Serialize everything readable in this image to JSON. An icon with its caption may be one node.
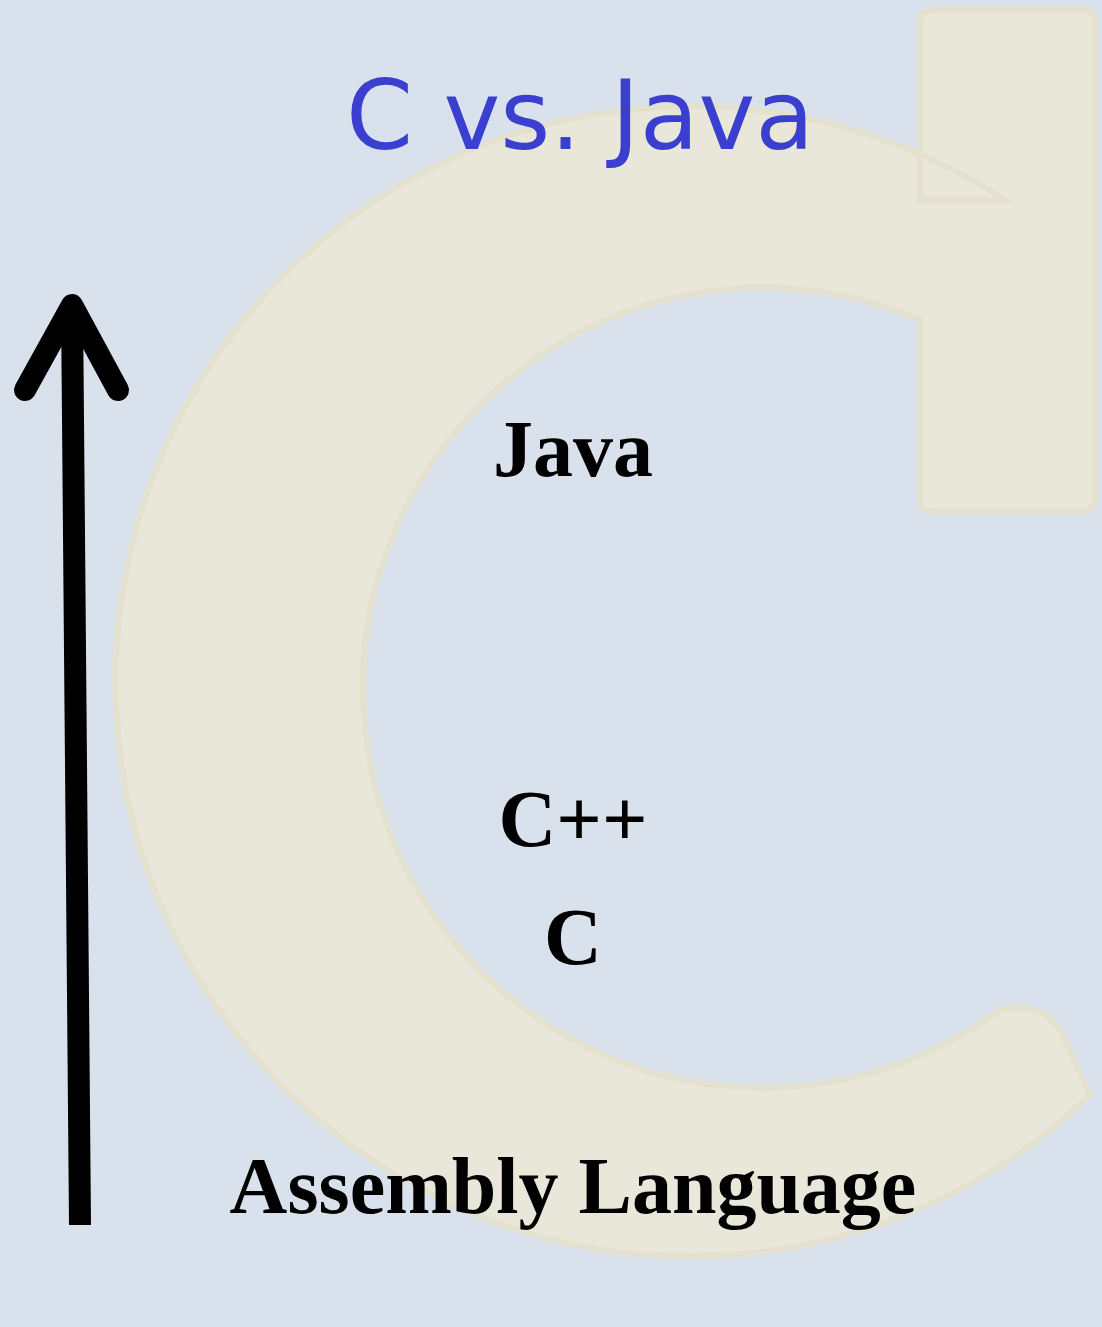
{
  "diagram": {
    "title": "C vs. Java",
    "labels": [
      "Java",
      "C++",
      "C",
      "Assembly Language"
    ]
  }
}
